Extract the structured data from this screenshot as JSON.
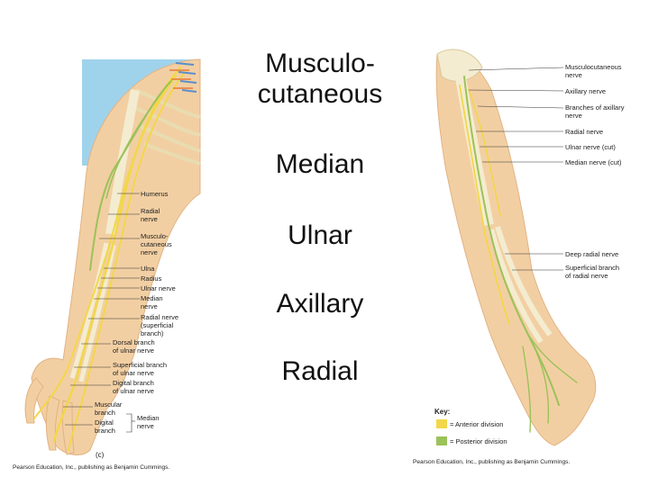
{
  "slide": {
    "titles": [
      "Musculo-cutaneous",
      "Median",
      "Ulnar",
      "Axillary",
      "Radial"
    ],
    "title_lines": [
      "Musculo-",
      "cutaneous"
    ]
  },
  "left_figure": {
    "panel_letter": "(c)",
    "labels": {
      "humerus": "Humerus",
      "radial_nerve": [
        "Radial",
        "nerve"
      ],
      "musculocutaneous_nerve": [
        "Musculo-",
        "cutaneous",
        "nerve"
      ],
      "ulna": "Ulna",
      "radius": "Radius",
      "ulnar_nerve": "Ulnar nerve",
      "median_nerve": [
        "Median",
        "nerve"
      ],
      "radial_superficial": [
        "Radial nerve",
        "(superficial",
        "branch)"
      ],
      "dorsal_branch_ulnar": [
        "Dorsal branch",
        "of ulnar nerve"
      ],
      "superficial_branch_ulnar": [
        "Superficial branch",
        "of ulnar nerve"
      ],
      "digital_branch_ulnar": [
        "Digital branch",
        "of ulnar nerve"
      ],
      "muscular_branch": [
        "Muscular",
        "branch"
      ],
      "digital_branch": [
        "Digital",
        "branch"
      ],
      "median_nerve_bottom": [
        "Median",
        "nerve"
      ]
    },
    "credit": "Pearson Education, Inc., publishing as Benjamin Cummings."
  },
  "right_figure": {
    "labels": {
      "musculocutaneous": [
        "Musculocutaneous",
        "nerve"
      ],
      "axillary": "Axillary nerve",
      "branches_axillary": [
        "Branches of axillary",
        "nerve"
      ],
      "radial": "Radial nerve",
      "ulnar_cut": "Ulnar nerve (cut)",
      "median_cut": "Median nerve (cut)",
      "deep_radial": "Deep radial nerve",
      "superficial_radial": [
        "Superficial branch",
        "of radial nerve"
      ]
    },
    "key": {
      "title": "Key:",
      "anterior": "= Anterior division",
      "posterior": "= Posterior division"
    },
    "credit": "Pearson Education, Inc., publishing as Benjamin Cummings."
  },
  "colors": {
    "skin": "#f2cfa3",
    "skin_dark": "#e3b282",
    "bone": "#f4ecd0",
    "nerve_yellow": "#f2d74a",
    "nerve_green": "#9cc25a",
    "sky": "#9fd3ec",
    "key_yellow": "#f2d74a",
    "key_green": "#9cc25a"
  }
}
